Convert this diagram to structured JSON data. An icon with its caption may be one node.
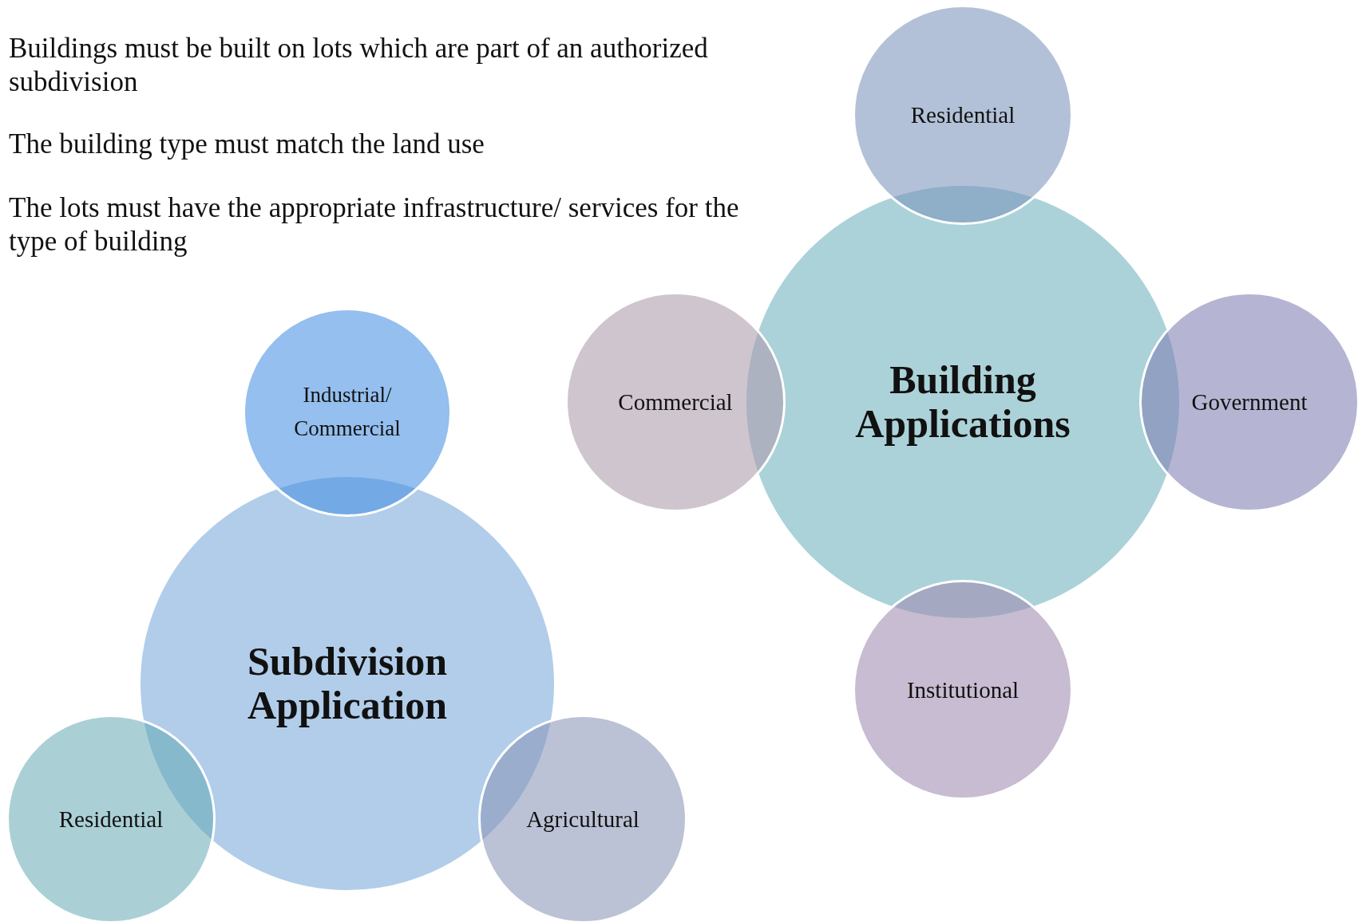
{
  "diagram": {
    "nodes": [
      {
        "text": [
          "Building Applications"
        ]
      },
      {
        "text": [
          "Residential"
        ]
      },
      {
        "text": [
          "Commercial"
        ]
      },
      {
        "text": [
          "Government"
        ]
      },
      {
        "text": [
          "Institutional"
        ]
      },
      {
        "text": [
          "Subdivision Application"
        ]
      },
      {
        "text": [
          "Industrial/ Commercial"
        ]
      },
      {
        "text": [
          "Residential"
        ]
      },
      {
        "text": [
          "Agricultural"
        ]
      }
    ],
    "edges": [],
    "labels": [
      "Buildings must be built on lots which are part of an authorized subdivision",
      "The building type must match the land use",
      "The lots must have the appropriate infrastructure/ services for the type of building"
    ]
  }
}
